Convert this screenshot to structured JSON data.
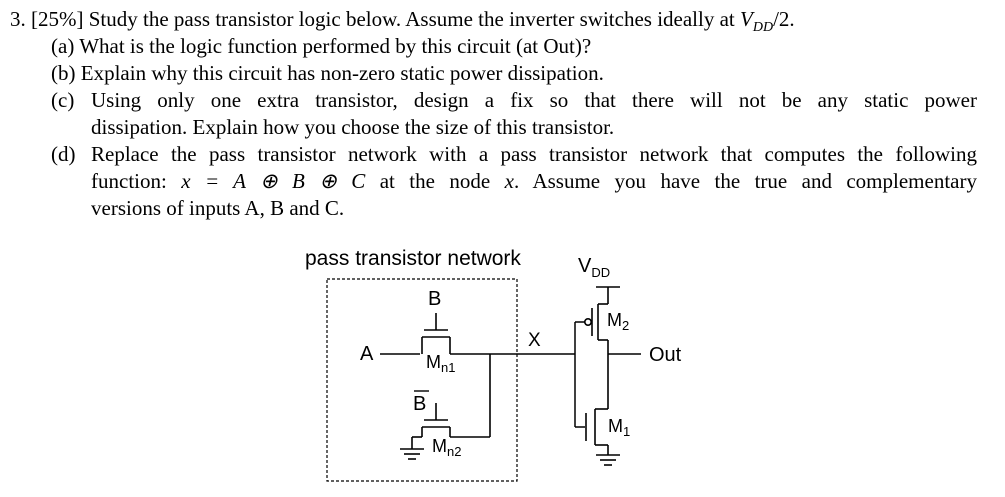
{
  "question": {
    "number": "3.",
    "weight": "[25%]",
    "intro_a": "Study the pass transistor logic below. Assume the inverter switches ideally at ",
    "intro_vdd": "V",
    "intro_vdd_sub": "DD",
    "intro_b": "/2.",
    "parts": [
      {
        "label": "(a)",
        "text": "What is the logic function performed by this circuit (at Out)?"
      },
      {
        "label": "(b)",
        "text": "Explain why this circuit has non-zero static power dissipation."
      },
      {
        "label": "(c)",
        "line1": "Using only one extra transistor, design a fix so that there will not be any static power",
        "line2": "dissipation. Explain how you choose the size of this transistor."
      },
      {
        "label": "(d)",
        "line1": "Replace the pass transistor network with a pass transistor network that computes the following",
        "line2_a": "function: ",
        "line2_formula": "x = A ⊕ B ⊕ C",
        "line2_b": " at the node ",
        "line2_var": "x",
        "line2_c": ". Assume you have the true and complementary",
        "line3": "versions of inputs A, B and C."
      }
    ]
  },
  "circuit": {
    "network_label": "pass transistor network",
    "vdd": "V",
    "vdd_sub": "DD",
    "input_a": "A",
    "gate_b": "B",
    "gate_b_bar": "B",
    "node_x": "X",
    "out": "Out",
    "mn1": "M",
    "mn1_sub": "n1",
    "mn2": "M",
    "mn2_sub": "n2",
    "m1": "M",
    "m1_sub": "1",
    "m2": "M",
    "m2_sub": "2"
  }
}
